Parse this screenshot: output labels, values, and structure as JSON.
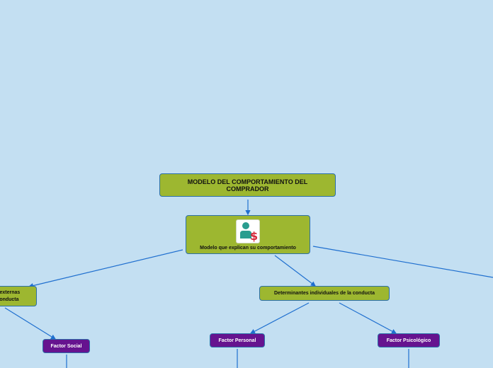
{
  "nodes": {
    "root": "MODELO DEL COMPORTAMIENTO DEL COMPRADOR",
    "modelo": "Modelo que explican su comportamiento",
    "externas": "s externas\nconducta",
    "individuales": "Determinantes individuales de la conducta",
    "social": "Factor Social",
    "personal": "Factor Personal",
    "psicologico": "Factor Psicológico"
  },
  "icons": {
    "modelo_icon": "person-dollar-icon"
  },
  "colors": {
    "background": "#c3dff2",
    "green_node": "#9db730",
    "purple_node": "#66138f",
    "connector": "#1f6fcf",
    "icon_person": "#2a9d8f",
    "icon_dollar": "#d62839"
  }
}
